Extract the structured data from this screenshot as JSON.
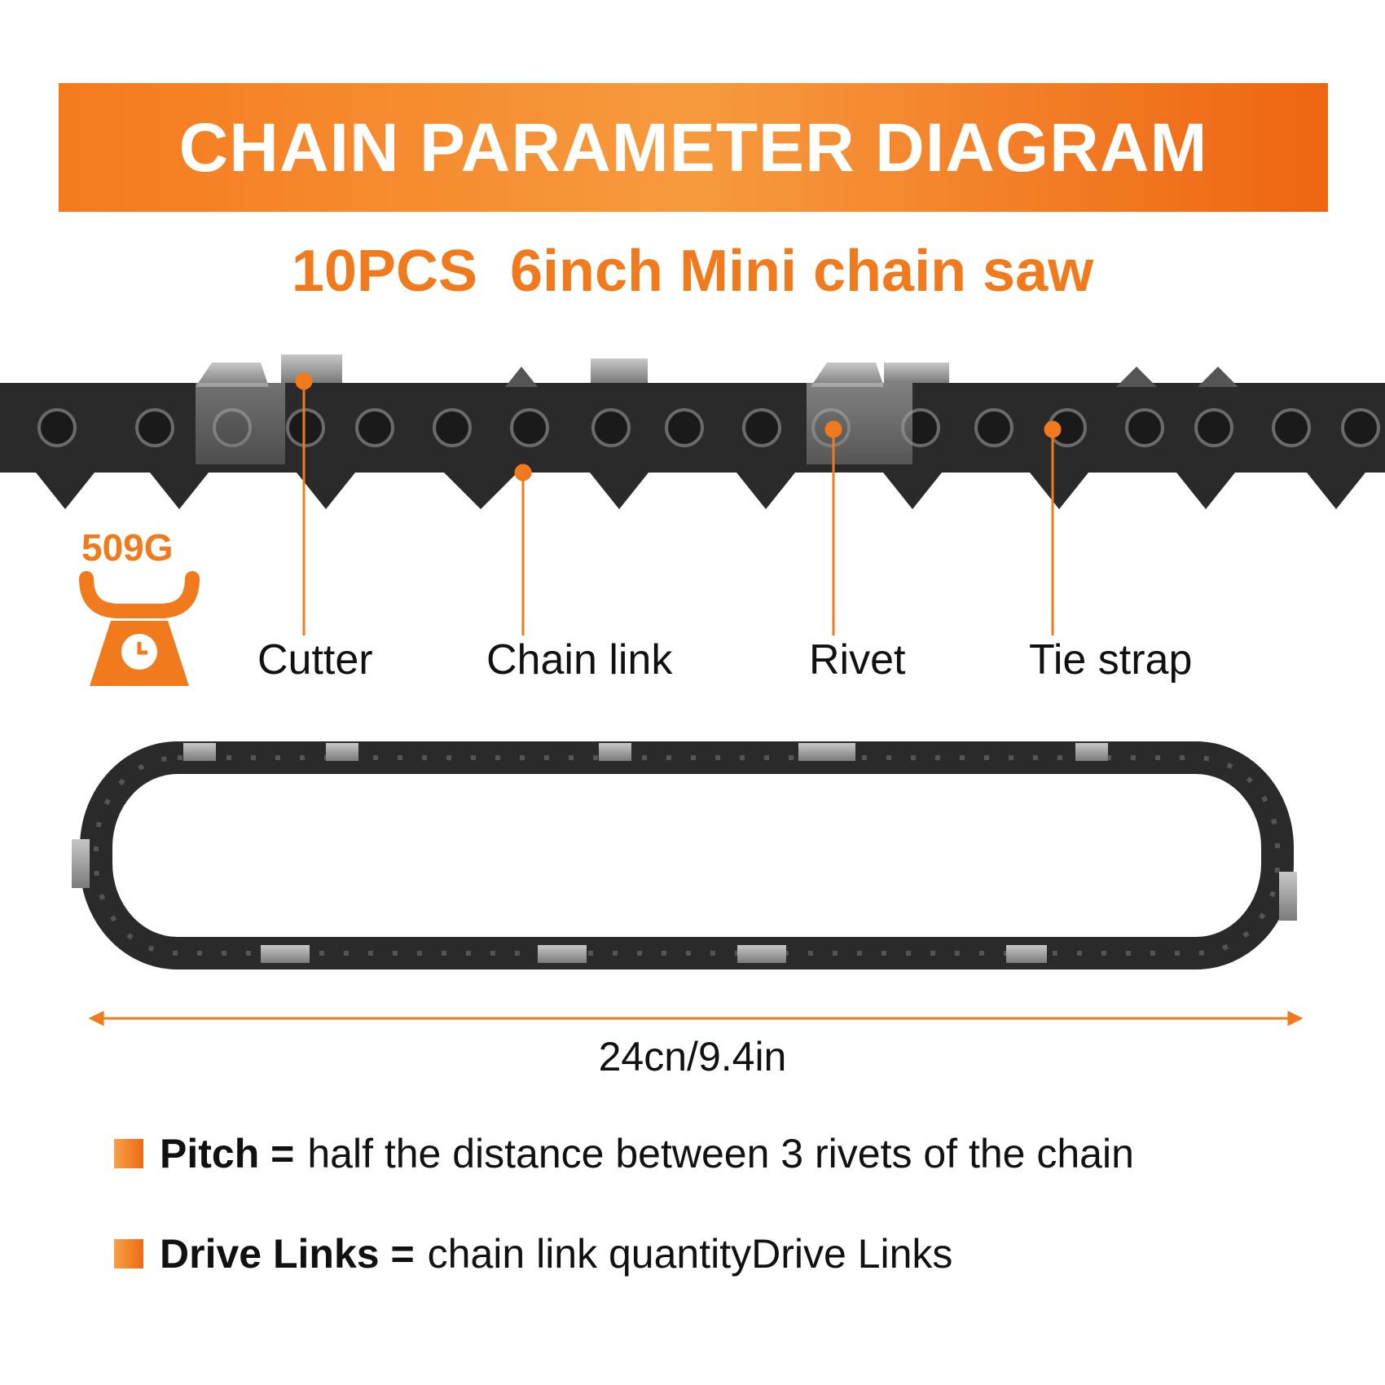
{
  "header": {
    "title": "CHAIN PARAMETER DIAGRAM"
  },
  "subtitle": "10PCS  6inch Mini chain saw",
  "weight": {
    "value": "509G",
    "icon": "scale-icon"
  },
  "callouts": [
    {
      "key": "cutter",
      "label": "Cutter"
    },
    {
      "key": "chain-link",
      "label": "Chain link"
    },
    {
      "key": "rivet",
      "label": "Rivet"
    },
    {
      "key": "tie-strap",
      "label": "Tie strap"
    }
  ],
  "dimension": "24cn/9.4in",
  "definitions": [
    {
      "term": "Pitch =",
      "text": "half the distance between 3 rivets of the chain"
    },
    {
      "term": "Drive Links =",
      "text": "chain link quantityDrive Links"
    }
  ],
  "colors": {
    "accent": "#f07a1c",
    "chain": "#2a2a2a",
    "cutter": "#9a9a9a"
  }
}
